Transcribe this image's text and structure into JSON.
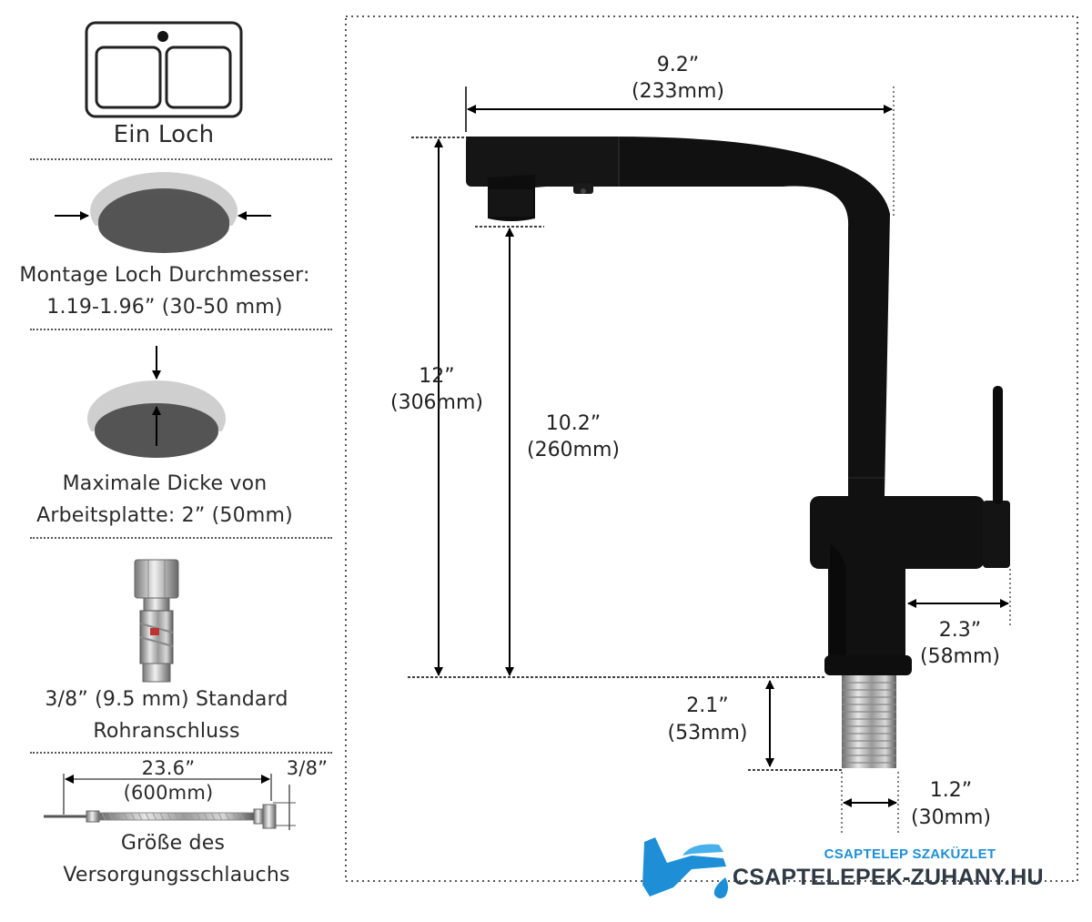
{
  "left_panel": {
    "one_hole": "Ein Loch",
    "hole_diameter_line1": "Montage Loch Durchmesser:",
    "hole_diameter_line2": "1.19-1.96” (30-50 mm)",
    "thickness_line1": "Maximale Dicke von",
    "thickness_line2": "Arbeitsplatte: 2” (50mm)",
    "connection_line1": "3/8” (9.5 mm) Standard",
    "connection_line2": "Rohranschluss",
    "hose_length": "23.6”",
    "hose_length_mm": "(600mm)",
    "hose_thread": "3/8”",
    "hose_line1": "Größe des",
    "hose_line2": "Versorgungsschlauchs"
  },
  "dimensions": {
    "width_in": "9.2”",
    "width_mm": "(233mm)",
    "height_in": "12”",
    "height_mm": "(306mm)",
    "spout_in": "10.2”",
    "spout_mm": "(260mm)",
    "lever_in": "2.3”",
    "lever_mm": "(58mm)",
    "shank_in": "2.1”",
    "shank_mm": "(53mm)",
    "shank_dia_in": "1.2”",
    "shank_dia_mm": "(30mm)"
  },
  "watermark": {
    "tagline": "CSAPTELEP SZAKÜZLET",
    "site": "CSAPTELEPEK-ZUHANY.HU"
  },
  "colors": {
    "faucet": "#111111",
    "gray": "#cfcfcf",
    "dark_gray": "#545454",
    "brand_blue": "#1e8fd6"
  }
}
